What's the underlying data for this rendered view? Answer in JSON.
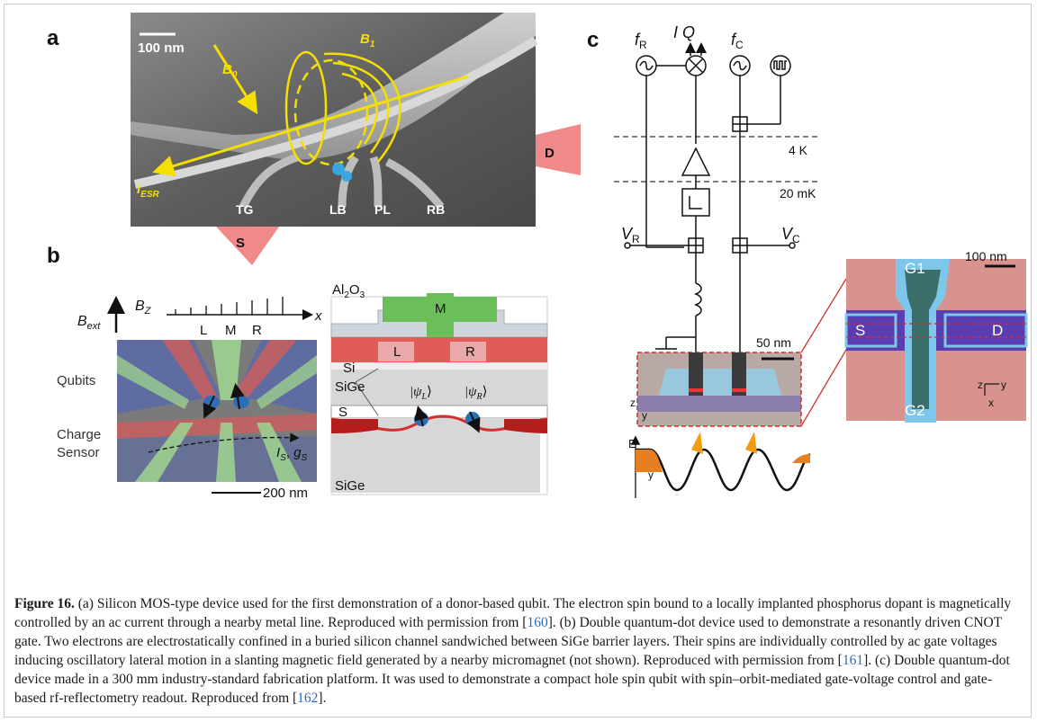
{
  "figure": {
    "panel_a": {
      "letter": "a",
      "scale_bar": "100 nm",
      "b0": "B",
      "b0_sub": "0",
      "b1": "B",
      "b1_sub": "1",
      "iesr": "i",
      "iesr_sub": "ESR",
      "d_label": "D",
      "s_label": "S",
      "gates": [
        "TG",
        "LB",
        "PL",
        "RB"
      ]
    },
    "panel_b": {
      "letter": "b",
      "bext": "B",
      "bext_sub": "ext",
      "bz": "B",
      "bz_sub": "Z",
      "x": "x",
      "lmr": [
        "L",
        "M",
        "R"
      ],
      "qubits": "Qubits",
      "charge": "Charge",
      "sensor": "Sensor",
      "is_gs": "I",
      "is_sub": "S",
      "gs": "g",
      "gs_sub": "S",
      "scale_bar": "200 nm",
      "al2o3": "Al",
      "al2o3_sub1": "2",
      "al2o3_o": "O",
      "al2o3_sub2": "3",
      "m": "M",
      "l": "L",
      "r": "R",
      "si": "Si",
      "sige_top": "SiGe",
      "psi_l": "|ψ",
      "psi_l_sub": "L",
      "psi_r": "|ψ",
      "psi_r_sub": "R",
      "s_channel": "S",
      "sige_bottom": "SiGe"
    },
    "panel_c": {
      "letter": "c",
      "fr": "f",
      "fr_sub": "R",
      "iq": "I Q",
      "fc": "f",
      "fc_sub": "C",
      "t4k": "4 K",
      "t20mk": "20 mK",
      "vr": "V",
      "vr_sub": "R",
      "vc": "V",
      "vc_sub": "C",
      "scale_50": "50 nm",
      "scale_100": "100 nm",
      "g1": "G1",
      "g2": "G2",
      "s": "S",
      "d": "D",
      "e": "E",
      "y": "y",
      "z": "z",
      "x": "x"
    }
  },
  "caption": {
    "label": "Figure 16.",
    "part1": " (a) Silicon MOS-type device used for the first demonstration of a donor-based qubit. The electron spin bound to a locally implanted phosphorus dopant is magnetically controlled by an ac current through a nearby metal line. Reproduced with permission from [",
    "ref1": "160",
    "part2": "]. (b) Double quantum-dot device used to demonstrate a resonantly driven CNOT gate. Two electrons are electrostatically confined in a buried silicon channel sandwiched between SiGe barrier layers. Their spins are individually controlled by ac gate voltages inducing oscillatory lateral motion in a slanting magnetic field generated by a nearby micromagnet (not shown). Reproduced with permission from [",
    "ref2": "161",
    "part3": "]. (c) Double quantum-dot device made in a 300 mm industry-standard fabrication platform. It was used to demonstrate a compact hole spin qubit with spin–orbit-mediated gate-voltage control and gate-based rf-reflectometry readout. Reproduced from [",
    "ref3": "162",
    "part4": "]."
  },
  "colors": {
    "sem_gray": "#6e6e6e",
    "yellow": "#f4e000",
    "pad_red": "#f08a8a",
    "green": "#6bbf5a",
    "red_layer": "#e25b5b",
    "blue": "#2b6fb6",
    "purple": "#6a2fb0",
    "cyan": "#55b6e0",
    "orange": "#e67e22",
    "ref_blue": "#2a6bb8"
  }
}
